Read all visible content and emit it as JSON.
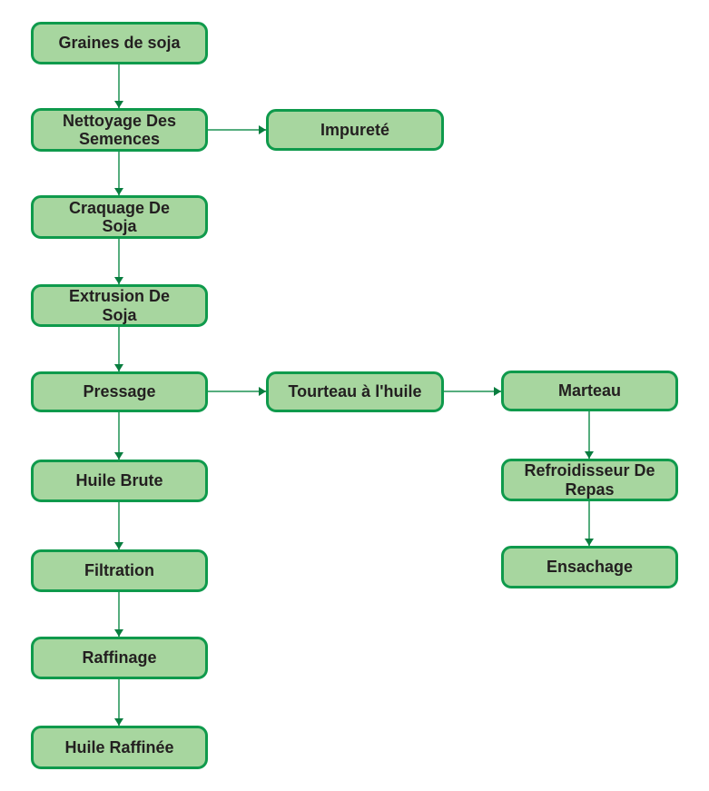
{
  "diagram": {
    "title": "Soybean oil processing flowchart",
    "colors": {
      "node_fill": "#a7d69f",
      "node_border": "#0f9a4c",
      "node_text": "#231f20",
      "arrow_line": "#56ad7e",
      "arrow_head": "#087d3f",
      "page_bg": "#ffffff"
    },
    "nodes": [
      {
        "id": "graines-de-soja",
        "label": "Graines de soja"
      },
      {
        "id": "nettoyage-des-semences",
        "label": "Nettoyage Des\nSemences"
      },
      {
        "id": "impurete",
        "label": "Impureté"
      },
      {
        "id": "craquage-de-soja",
        "label": "Craquage De\nSoja"
      },
      {
        "id": "extrusion-de-soja",
        "label": "Extrusion De\nSoja"
      },
      {
        "id": "pressage",
        "label": "Pressage"
      },
      {
        "id": "tourteau-a-l-huile",
        "label": "Tourteau à l'huile"
      },
      {
        "id": "marteau",
        "label": "Marteau"
      },
      {
        "id": "huile-brute",
        "label": "Huile Brute"
      },
      {
        "id": "refroidisseur-de-repas",
        "label": "Refroidisseur De\nRepas"
      },
      {
        "id": "filtration",
        "label": "Filtration"
      },
      {
        "id": "ensachage",
        "label": "Ensachage"
      },
      {
        "id": "raffinage",
        "label": "Raffinage"
      },
      {
        "id": "huile-raffinee",
        "label": "Huile Raffinée"
      }
    ],
    "edges": [
      {
        "from": "graines-de-soja",
        "to": "nettoyage-des-semences"
      },
      {
        "from": "nettoyage-des-semences",
        "to": "impurete"
      },
      {
        "from": "nettoyage-des-semences",
        "to": "craquage-de-soja"
      },
      {
        "from": "craquage-de-soja",
        "to": "extrusion-de-soja"
      },
      {
        "from": "extrusion-de-soja",
        "to": "pressage"
      },
      {
        "from": "pressage",
        "to": "tourteau-a-l-huile"
      },
      {
        "from": "tourteau-a-l-huile",
        "to": "marteau"
      },
      {
        "from": "pressage",
        "to": "huile-brute"
      },
      {
        "from": "marteau",
        "to": "refroidisseur-de-repas"
      },
      {
        "from": "huile-brute",
        "to": "filtration"
      },
      {
        "from": "refroidisseur-de-repas",
        "to": "ensachage"
      },
      {
        "from": "filtration",
        "to": "raffinage"
      },
      {
        "from": "raffinage",
        "to": "huile-raffinee"
      }
    ]
  }
}
